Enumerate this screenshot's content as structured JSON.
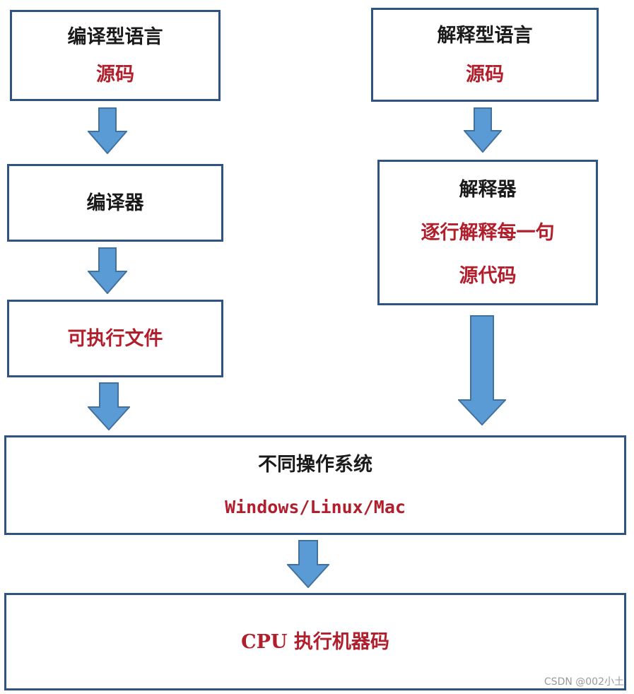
{
  "compiled": {
    "title": "编译型语言",
    "source": "源码",
    "compiler": "编译器",
    "executable": "可执行文件"
  },
  "interpreted": {
    "title": "解释型语言",
    "source": "源码",
    "interpreter": "解释器",
    "interpreter_desc_line1": "逐行解释每一句",
    "interpreter_desc_line2": "源代码"
  },
  "os": {
    "title": "不同操作系统",
    "examples": "Windows/Linux/Mac"
  },
  "cpu": {
    "label": "CPU 执行机器码"
  },
  "watermark": "CSDN @002小土",
  "colors": {
    "box_border": "#2f5482",
    "arrow_fill": "#5b9bd5",
    "arrow_stroke": "#41719c",
    "text_black": "#1a1a1a",
    "text_red": "#b11e2c"
  }
}
